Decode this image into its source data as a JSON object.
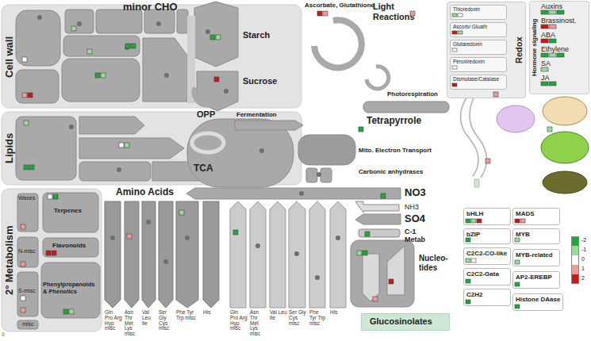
{
  "diagram": {
    "nodes": [
      {
        "text": [
          "Cell wall"
        ]
      },
      {
        "text": [
          "Lipids"
        ]
      },
      {
        "text": [
          "2° Metabolism"
        ]
      },
      {
        "text": [
          "Waxes"
        ],
        "in": 2
      },
      {
        "text": [
          "Terpenes"
        ],
        "in": 2
      },
      {
        "text": [
          "N-misc"
        ],
        "in": 2
      },
      {
        "text": [
          "Flavonoids"
        ],
        "in": 2
      },
      {
        "text": [
          "S-misc"
        ],
        "in": 2
      },
      {
        "text": [
          "Phenylpropanoids & Phenolics"
        ],
        "in": 2
      },
      {
        "text": [
          "misc"
        ],
        "in": 2
      },
      {
        "text": [
          "Redox"
        ]
      },
      {
        "text": [
          "Thioredoxin"
        ],
        "in": 10
      },
      {
        "text": [
          "Ascorb/ Gluath"
        ],
        "in": 10
      },
      {
        "text": [
          "Glutaredoxin"
        ],
        "in": 10
      },
      {
        "text": [
          "Peroxiredoxin"
        ],
        "in": 10
      },
      {
        "text": [
          "Dismutase/Catalase"
        ],
        "in": 10
      },
      {
        "text": [
          "Hormone signaling",
          "Auxins",
          "Brassinost.",
          "ABA",
          "Ethylene",
          "SA",
          "JA"
        ]
      },
      {
        "text": [
          "bHLH"
        ]
      },
      {
        "text": [
          "MADS"
        ]
      },
      {
        "text": [
          "bZIP"
        ]
      },
      {
        "text": [
          "MYB"
        ]
      },
      {
        "text": [
          "C2C2-CO-like"
        ]
      },
      {
        "text": [
          "MYB-related"
        ]
      },
      {
        "text": [
          "C2C2-Gata"
        ]
      },
      {
        "text": [
          "AP2-EREBP"
        ]
      },
      {
        "text": [
          "C2H2"
        ]
      },
      {
        "text": [
          "Histone DAase"
        ]
      },
      {
        "text": [
          "Glucosinolates"
        ]
      }
    ],
    "labels": [
      "minor CHO",
      "Starch",
      "Sucrose",
      "Ascorbate, Glutathione",
      "Light Reactions",
      "OPP",
      "Photorespiration",
      "Fermentation",
      "Tetrapyrrole",
      "TCA",
      "Mito. Electron Transport",
      "Carbonic anhydrases",
      "Amino Acids",
      "NO3",
      "NH3",
      "SO4",
      "C-1 Metab",
      "Nucleo- tides",
      "Gln Pro Arg Hyp misc",
      "Asn Thr Met Lys misc",
      "Val Leu Ile",
      "Ser Gly Cys misc",
      "Phe Tyr Trp misc",
      "His",
      "Gln Pro Arg Hyp misc",
      "Asn Thr Met Lys misc",
      "Val Leu Ile",
      "Ser Gly Cys misc",
      "Phe Tyr Trp misc",
      "His",
      "8"
    ],
    "legend": [
      {
        "text": "-2",
        "color": "#1fa83a"
      },
      {
        "text": "-1",
        "color": "#97dc97"
      },
      {
        "text": "0",
        "color": "#ffffff"
      },
      {
        "text": "1",
        "color": "#ec9a9a"
      },
      {
        "text": "2",
        "color": "#c81818"
      }
    ]
  }
}
